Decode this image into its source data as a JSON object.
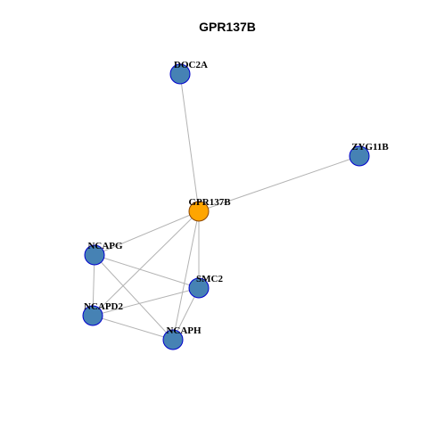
{
  "title": "GPR137B",
  "colors": {
    "center_node": "#FFA500",
    "neighbor_node": "#4682B4",
    "neighbor_stroke": "#0000CD",
    "center_stroke": "#8B4500",
    "edge": "#B3B3B3"
  },
  "nodes": [
    {
      "id": "GPR137B",
      "label": "GPR137B",
      "role": "center"
    },
    {
      "id": "DOC2A",
      "label": "DOC2A",
      "role": "neighbor"
    },
    {
      "id": "ZYG11B",
      "label": "ZYG11B",
      "role": "neighbor"
    },
    {
      "id": "NCAPG",
      "label": "NCAPG",
      "role": "neighbor"
    },
    {
      "id": "SMC2",
      "label": "SMC2",
      "role": "neighbor"
    },
    {
      "id": "NCAPD2",
      "label": "NCAPD2",
      "role": "neighbor"
    },
    {
      "id": "NCAPH",
      "label": "NCAPH",
      "role": "neighbor"
    }
  ],
  "edges": [
    [
      "GPR137B",
      "DOC2A"
    ],
    [
      "GPR137B",
      "ZYG11B"
    ],
    [
      "GPR137B",
      "NCAPG"
    ],
    [
      "GPR137B",
      "SMC2"
    ],
    [
      "GPR137B",
      "NCAPD2"
    ],
    [
      "GPR137B",
      "NCAPH"
    ],
    [
      "NCAPG",
      "SMC2"
    ],
    [
      "NCAPG",
      "NCAPD2"
    ],
    [
      "NCAPG",
      "NCAPH"
    ],
    [
      "SMC2",
      "NCAPD2"
    ],
    [
      "SMC2",
      "NCAPH"
    ],
    [
      "NCAPD2",
      "NCAPH"
    ]
  ]
}
